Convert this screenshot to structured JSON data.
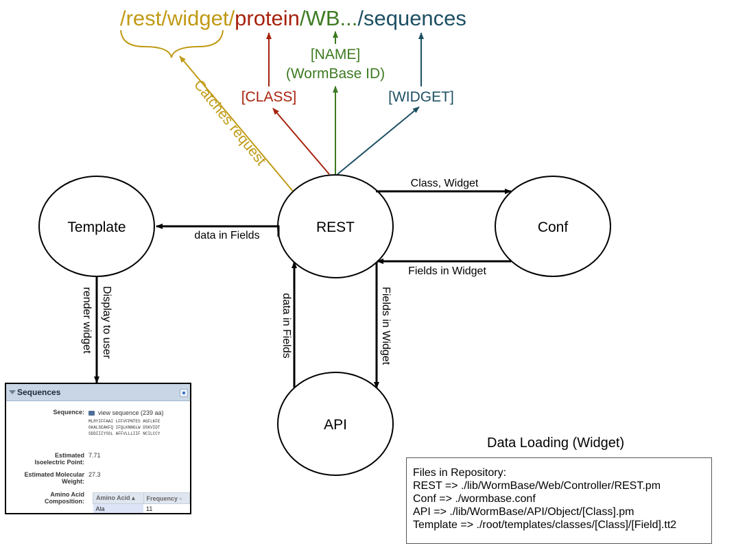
{
  "url": {
    "prefix": "/rest/widget",
    "sep1": "/",
    "cls": "protein",
    "sep2": "/",
    "name": "WB...",
    "sep3": "/",
    "widget": "sequences"
  },
  "annotations": {
    "class": "[CLASS]",
    "name_line1": "[NAME]",
    "name_line2": "(WormBase ID)",
    "widget": "[WIDGET]",
    "catches": "Catches request"
  },
  "nodes": {
    "template": "Template",
    "rest": "REST",
    "conf": "Conf",
    "api": "API"
  },
  "edges": {
    "rest_to_conf": "Class, Widget",
    "conf_to_rest": "Fields in Widget",
    "rest_to_template": "data in Fields",
    "api_to_rest": "data in Fields",
    "rest_to_api": "Fields in Widget",
    "template_display_1": "Display to user",
    "template_display_2": "render widget"
  },
  "widget": {
    "title": "Sequences",
    "sequence_label": "Sequence:",
    "sequence_link": "view sequence (239 aa)",
    "sequence_lines": [
      "MLRYIFFAAI LFFVFPNTES AGFLKFE",
      "GKALSEAKFQ IFQLKNNGLW DSKVIDT",
      "SDDIIIYSSL AFFVLLLIIF NCILCCY"
    ],
    "pi_label_1": "Estimated",
    "pi_label_2": "Isoelectric Point:",
    "pi_value": "7.71",
    "mw_label_1": "Estimated Molecular",
    "mw_label_2": "Weight:",
    "mw_value": "27.3",
    "aa_label_1": "Amino Acid",
    "aa_label_2": "Composition:",
    "aa_headers": [
      "Amino Acid ▴",
      "Frequency ▫"
    ],
    "aa_row": [
      "Ala",
      "11"
    ]
  },
  "legend": {
    "title": "Data Loading (Widget)",
    "lines": [
      "Files in Repository:",
      "REST => ./lib/WormBase/Web/Controller/REST.pm",
      "Conf => ./wormbase.conf",
      "API => ./lib/WormBase/API/Object/[Class].pm",
      "Template => ./root/templates/classes/[Class]/[Field].tt2"
    ]
  },
  "colors": {
    "gold": "#c09a14",
    "red": "#a6220c",
    "green": "#3d7a21",
    "teal": "#1d4f63",
    "black": "#000000"
  }
}
